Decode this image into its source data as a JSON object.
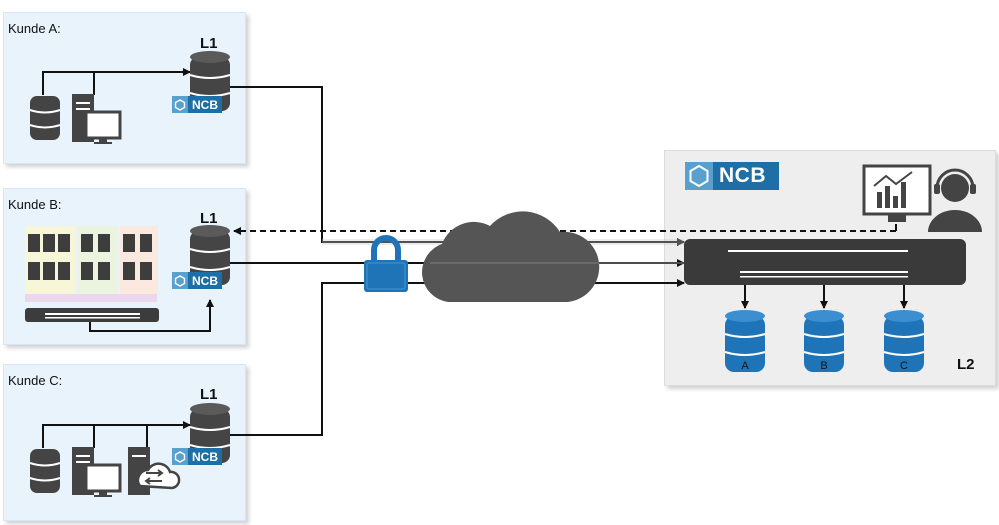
{
  "customers": [
    {
      "title": "Kunde A:",
      "level": "L1",
      "badge": "NCB"
    },
    {
      "title": "Kunde B:",
      "level": "L1",
      "badge": "NCB"
    },
    {
      "title": "Kunde C:",
      "level": "L1",
      "badge": "NCB"
    }
  ],
  "datacenter": {
    "brand": "NCB",
    "level": "L2",
    "databases": [
      "A",
      "B",
      "C"
    ]
  },
  "colors": {
    "panel_bg": "#e8f3fc",
    "dc_bg": "#eeeeee",
    "brand_blue": "#1d6fa5",
    "db_blue": "#1f74b8",
    "dark_icon": "#444444"
  }
}
